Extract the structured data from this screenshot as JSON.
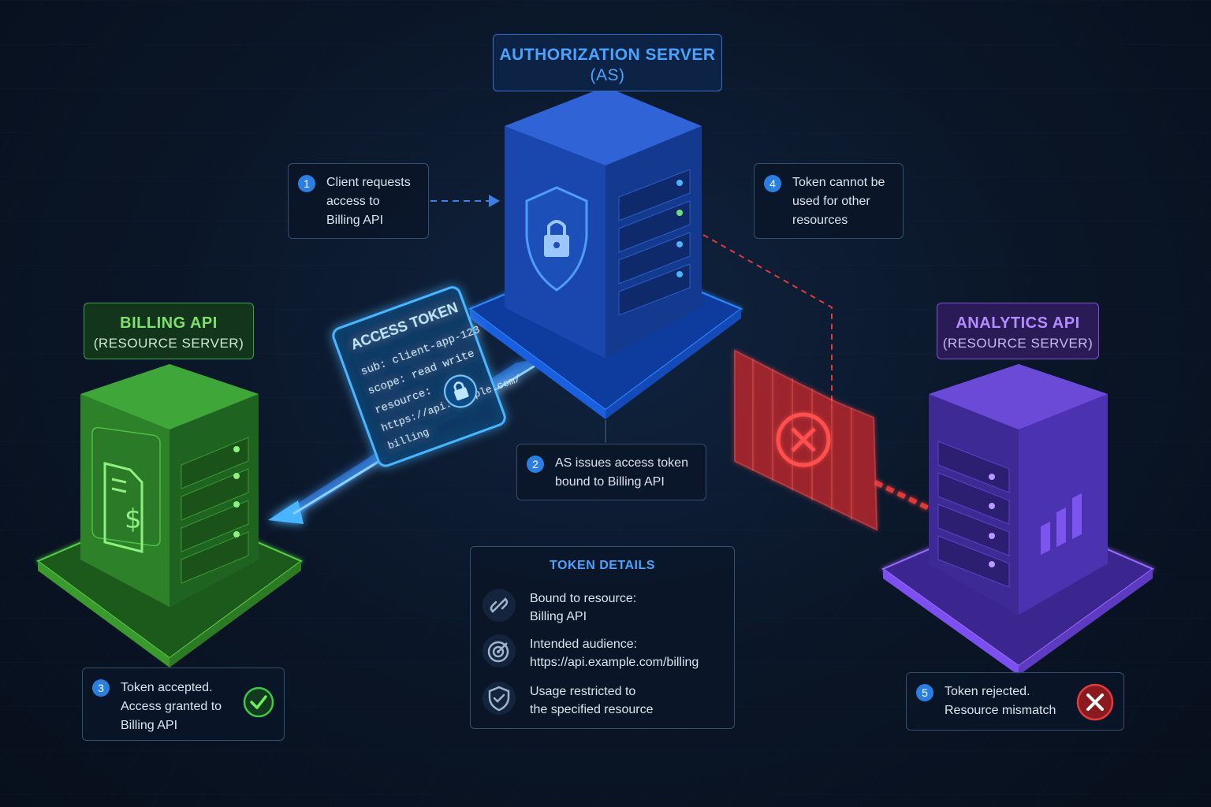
{
  "servers": {
    "authorization": {
      "title": "AUTHORIZATION SERVER",
      "subtitle": "(AS)",
      "color": "#1f4fb0",
      "glow": "#2f8bff"
    },
    "billing": {
      "title": "BILLING API",
      "subtitle": "(RESOURCE SERVER)",
      "color": "#2f8a2c",
      "glow": "#6ef05a"
    },
    "analytics": {
      "title": "ANALYTICS API",
      "subtitle": "(RESOURCE SERVER)",
      "color": "#5a3cc8",
      "glow": "#9a6bff"
    }
  },
  "steps": [
    {
      "number": "1",
      "lines": [
        "Client requests",
        "access to",
        "Billing API"
      ]
    },
    {
      "number": "2",
      "lines": [
        "AS issues access token",
        "bound to Billing API"
      ]
    },
    {
      "number": "3",
      "lines": [
        "Token accepted.",
        "Access granted to",
        "Billing API"
      ]
    },
    {
      "number": "4",
      "lines": [
        "Token cannot be",
        "used for other",
        "resources"
      ]
    },
    {
      "number": "5",
      "lines": [
        "Token rejected.",
        "Resource mismatch"
      ]
    }
  ],
  "token_card": {
    "title": "ACCESS TOKEN",
    "lines": [
      "sub: client-app-123",
      "scope: read write",
      "resource:",
      "https://api.example.com/",
      "billing"
    ]
  },
  "token_details": {
    "title": "TOKEN DETAILS",
    "items": [
      {
        "icon": "link-icon",
        "lines": [
          "Bound to resource:",
          "Billing API"
        ]
      },
      {
        "icon": "target-icon",
        "lines": [
          "Intended audience:",
          "https://api.example.com/billing"
        ]
      },
      {
        "icon": "shield-check-icon",
        "lines": [
          "Usage restricted to",
          "the specified resource"
        ]
      }
    ]
  },
  "icons": {
    "as": "shield-lock-icon",
    "billing": "invoice-dollar-icon",
    "analytics": "bar-chart-icon",
    "accepted": "check-circle-icon",
    "rejected": "x-circle-icon",
    "barrier": "blocked-x-icon"
  },
  "colors": {
    "accepted": "#3ec84a",
    "rejected": "#e03b3b",
    "flow": "#2f8bff"
  }
}
